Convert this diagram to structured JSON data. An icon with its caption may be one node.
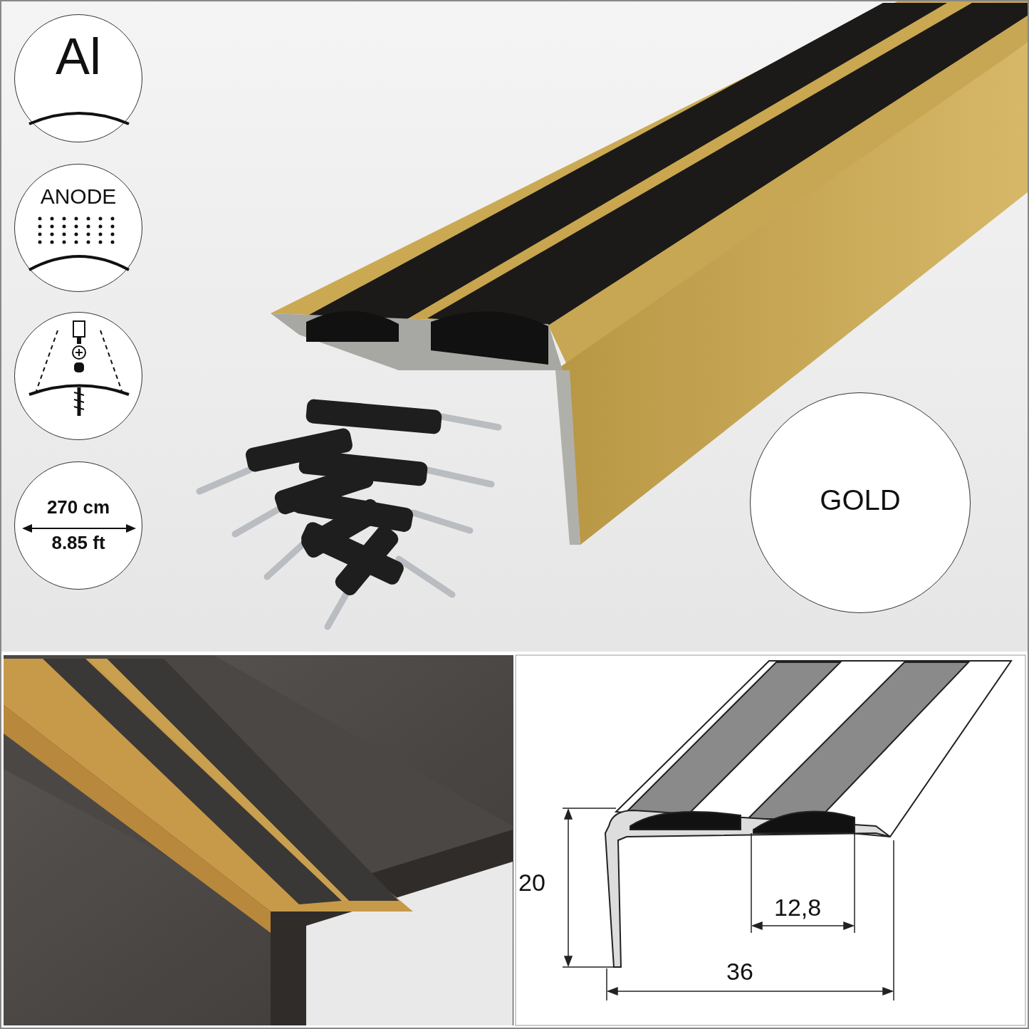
{
  "diagram": {
    "nodes": [
      {
        "text": [
          "Al"
        ]
      },
      {
        "text": [
          "ANODE"
        ]
      },
      {
        "text": [],
        "shape": "circle"
      },
      {
        "text": [
          "270 cm",
          "8.85 ft"
        ]
      },
      {
        "text": [
          "GOLD"
        ]
      }
    ],
    "labels": [
      "20",
      "12,8",
      "36"
    ]
  }
}
